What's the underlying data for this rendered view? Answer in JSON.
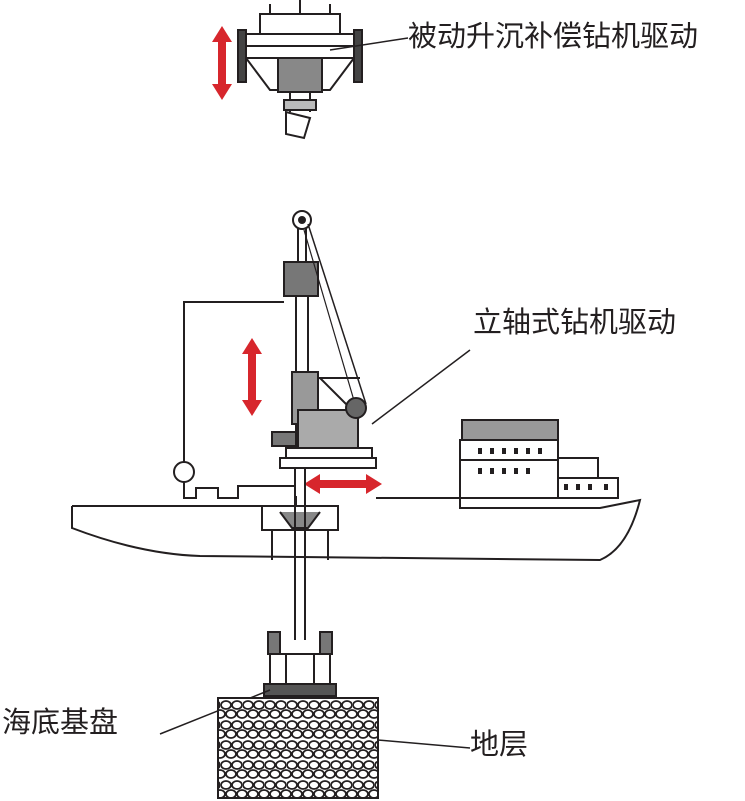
{
  "labels": {
    "heave_comp_drive": "被动升沉补偿钻机驱动",
    "top_shaft_drive": "立轴式钻机驱动",
    "seabed_base": "海底基盘",
    "strata": "地层"
  },
  "colors": {
    "line": "#231f20",
    "arrow": "#d7262c",
    "background": "#ffffff"
  }
}
